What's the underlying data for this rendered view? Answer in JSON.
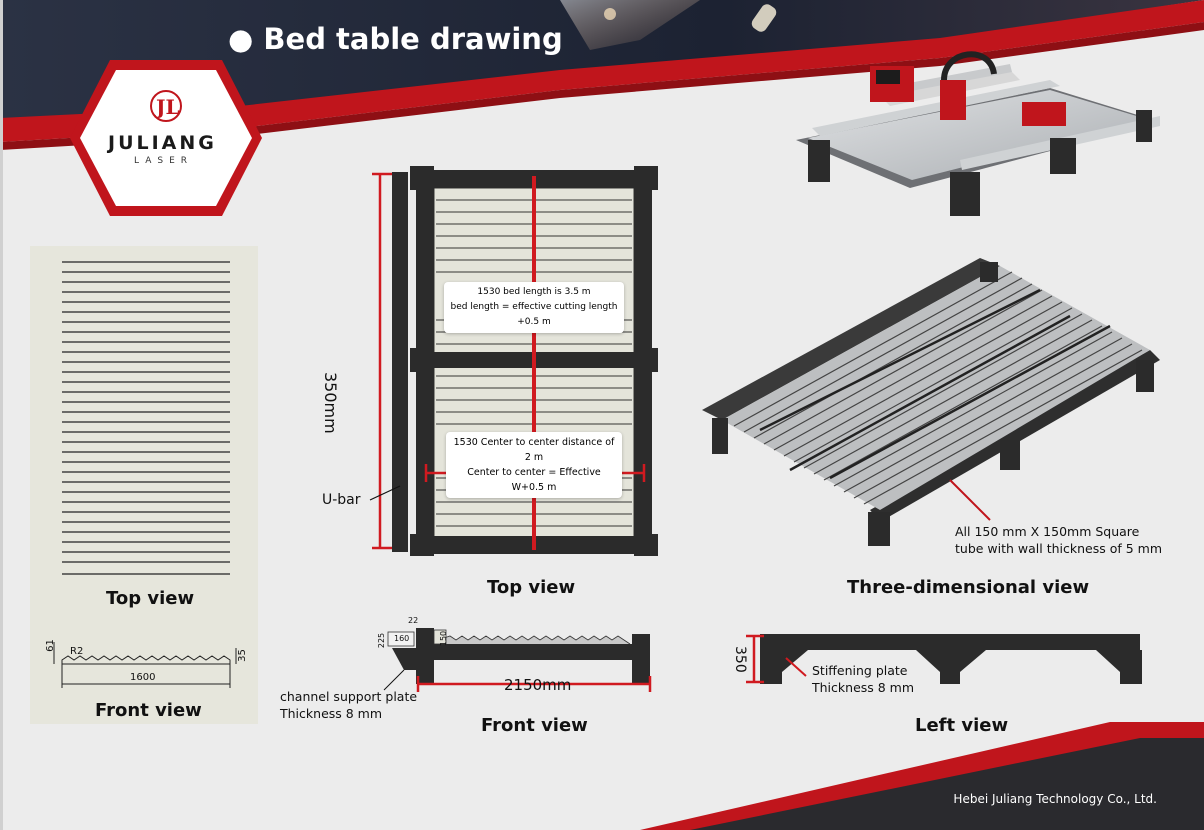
{
  "header": {
    "title": "Bed table drawing",
    "bullet": "●"
  },
  "logo": {
    "brand": "JULIANG",
    "sub": "LASER"
  },
  "left_panel": {
    "top_view_caption": "Top view",
    "front_view_caption": "Front view",
    "dim_61": "61",
    "dim_r2": "R2",
    "dim_35": "35",
    "dim_1600": "1600"
  },
  "center": {
    "dim_350mm": "350mm",
    "ubar_label": "U-bar",
    "note1_line1": "1530 bed length is 3.5 m",
    "note1_line2": "bed length = effective cutting length +0.5 m",
    "note2_line1": "1530 Center to center distance of 2 m",
    "note2_line2": "Center to center = Effective W+0.5 m",
    "top_view_caption": "Top view",
    "front_view_caption": "Front view",
    "dim_160": "160",
    "dim_22": "22",
    "dim_225": "225",
    "dim_150": "150",
    "dim_2150mm": "2150mm",
    "channel_note_line1": "channel support plate",
    "channel_note_line2": "Thickness 8 mm"
  },
  "right": {
    "tube_note_line1": "All 150 mm X 150mm Square",
    "tube_note_line2": "tube with wall thickness of 5 mm",
    "three_d_caption": "Three-dimensional view",
    "dim_350": "350",
    "stiffening_line1": "Stiffening plate",
    "stiffening_line2": "Thickness 8 mm",
    "left_view_caption": "Left view"
  },
  "footer": {
    "company": "Hebei Juliang Technology Co., Ltd."
  },
  "colors": {
    "red": "#c0151c",
    "dark": "#2a2a2e",
    "navy": "#1a2030",
    "steel": "#3a3a3a"
  }
}
